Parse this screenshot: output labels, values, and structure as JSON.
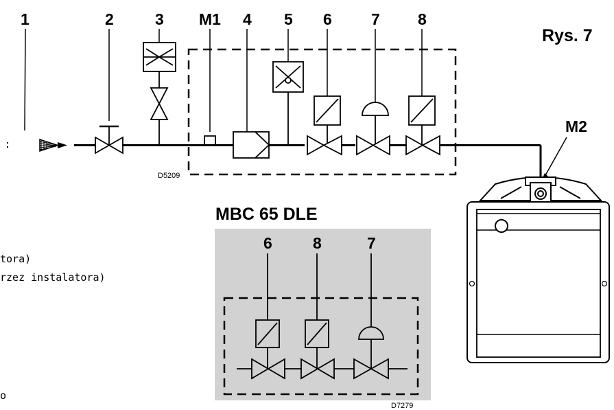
{
  "figure": {
    "label": "Rys. 7"
  },
  "labels": {
    "n1": "1",
    "n2": "2",
    "n3": "3",
    "m1": "M1",
    "n4": "4",
    "n5": "5",
    "n6": "6",
    "n7": "7",
    "n8": "8",
    "m2": "M2"
  },
  "codes": {
    "main": "D5209",
    "inset": "D7279"
  },
  "inset": {
    "title": "MBC 65 DLE",
    "n6": "6",
    "n8": "8",
    "n7": "7"
  },
  "legend_fragments": [
    "tora)",
    "rzez instalatora)",
    "o"
  ]
}
